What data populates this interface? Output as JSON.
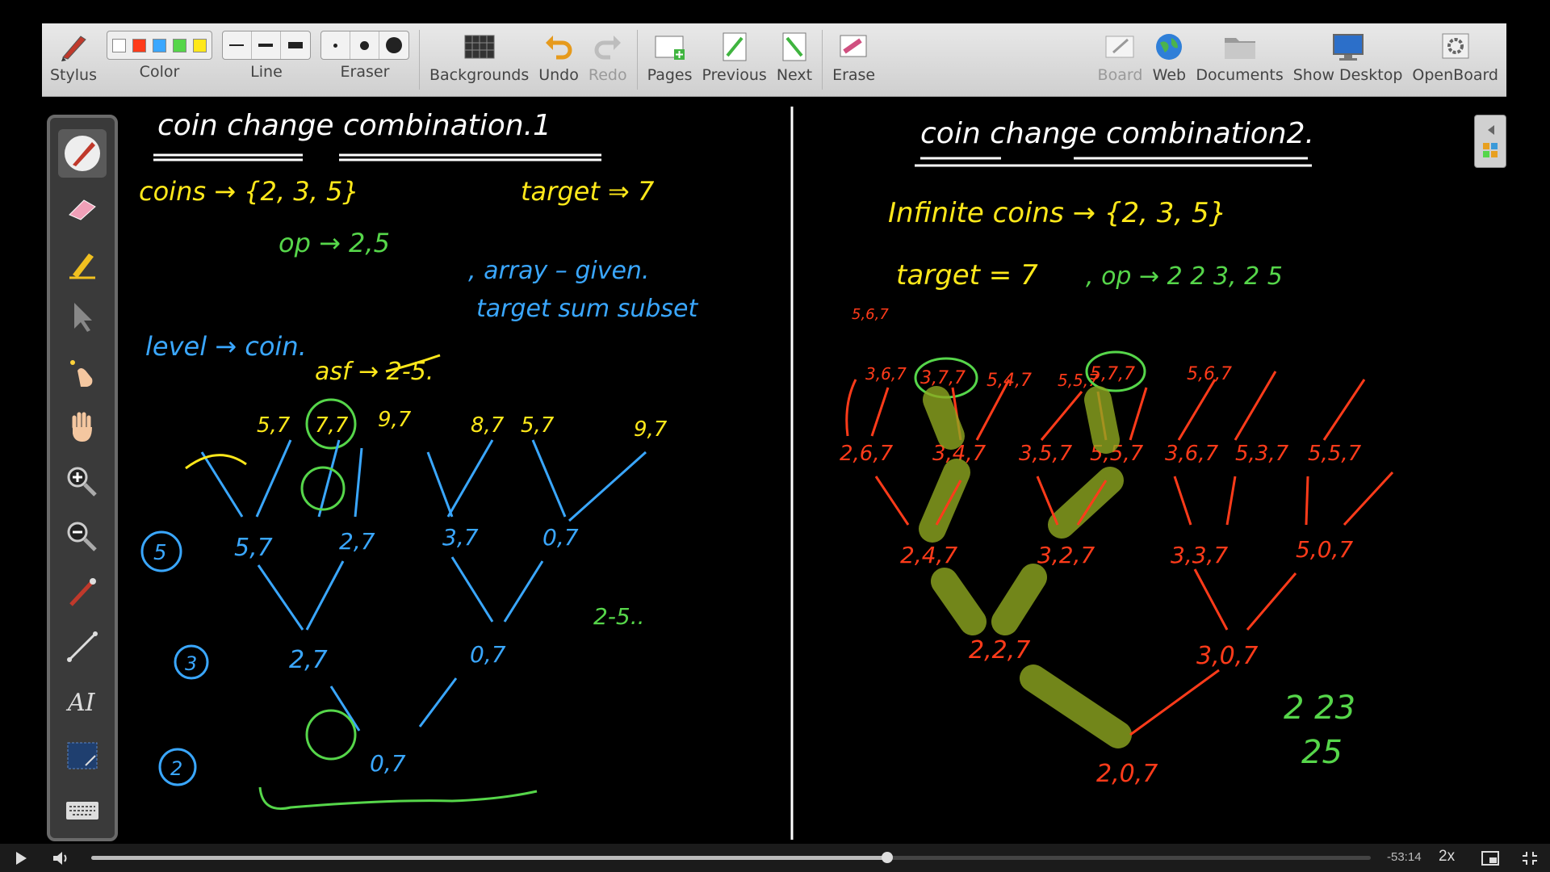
{
  "toolbar": {
    "stylus": "Stylus",
    "color": "Color",
    "line": "Line",
    "eraser": "Eraser",
    "backgrounds": "Backgrounds",
    "undo": "Undo",
    "redo": "Redo",
    "pages": "Pages",
    "previous": "Previous",
    "next": "Next",
    "erase": "Erase",
    "board": "Board",
    "web": "Web",
    "documents": "Documents",
    "show_desktop": "Show Desktop",
    "openboard": "OpenBoard",
    "colors": [
      "#ffffff",
      "#ff3b1a",
      "#3aa7ff",
      "#56d64a",
      "#ffe81a"
    ]
  },
  "left_board": {
    "title": "coin change combination.1",
    "coins_line": "coins → {2, 3, 5}",
    "target_line": "target ⇒ 7",
    "op_line": "op → 2,5",
    "note1": ", array – given.",
    "note2": "target sum subset",
    "level_note": "level → coin.",
    "asf_note": "asf → 2-5.",
    "nodes": {
      "n57a": "5,7",
      "n77": "7,7",
      "n97": "9,7",
      "n87": "8,7",
      "n57b": "5,7",
      "n97b": "9,7",
      "l5": "5",
      "n57c": "5,7",
      "n27a": "2,7",
      "n37": "3,7",
      "n07a": "0,7",
      "l3": "3",
      "n27b": "2,7",
      "n07b": "0,7",
      "l2": "2",
      "n07c": "0,7"
    },
    "answer": "2-5.."
  },
  "right_board": {
    "title": "coin change combination2.",
    "infinite_line": "Infinite coins → {2, 3, 5}",
    "target_line": "target = 7",
    "op_line": ", op → 2 2 3, 2 5",
    "nodes": {
      "r567": "5,6,7",
      "r367": "3,6,7",
      "r377": "3,7,7",
      "r547": "5,4,7",
      "r567b": "5,5,7",
      "r577": "5,7,7",
      "r567c": "5,6,7",
      "r267": "2,6,7",
      "r247a": "3,4,7",
      "r357": "3,5,7",
      "r557": "5,5,7",
      "r367b": "3,6,7",
      "r537": "5,3,7",
      "r557b": "5,5,7",
      "r247": "2,4,7",
      "r327": "3,2,7",
      "r337": "3,3,7",
      "r507": "5,0,7",
      "r227": "2,2,7",
      "r307": "3,0,7",
      "r207": "2,0,7"
    },
    "answer1": "2 23",
    "answer2": "25"
  },
  "controls": {
    "time": "-53:14",
    "speed": "2x",
    "progress": 0.622
  }
}
